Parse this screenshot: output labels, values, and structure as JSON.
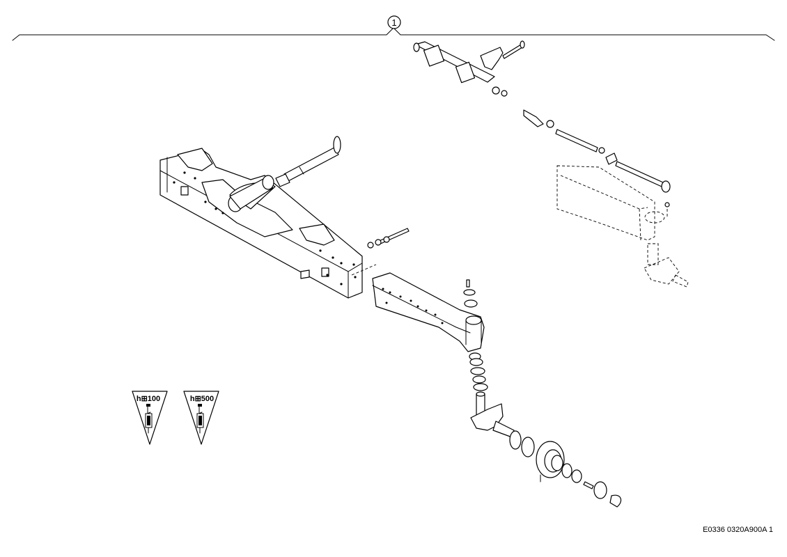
{
  "callout": {
    "number": "1"
  },
  "lubrication": [
    {
      "label": "h⊞100"
    },
    {
      "label": "h⊞500"
    }
  ],
  "drawing_code": "E0336 0320A900A 1"
}
